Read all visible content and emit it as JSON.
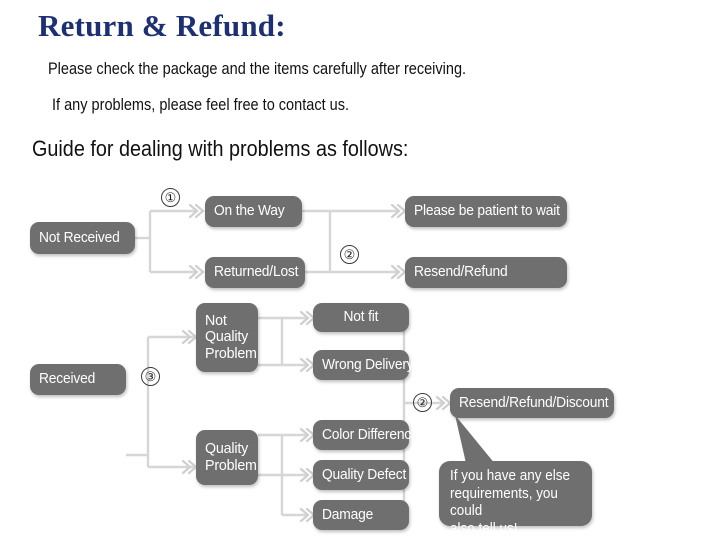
{
  "header": {
    "title": "Return & Refund:",
    "line1": "Please check the package and the items carefully after receiving.",
    "line2": "If any problems, please feel free to contact us.",
    "guide": "Guide for dealing with problems as follows:"
  },
  "colors": {
    "title": "#1d3074",
    "node_bg": "#6f6f6f",
    "node_text": "#ffffff",
    "connector": "#d4d4d4",
    "body_text": "#111111"
  },
  "flow": {
    "nodes": {
      "not_received": "Not Received",
      "on_the_way": "On the Way",
      "returned_lost": "Returned/Lost",
      "please_wait": "Please be patient to wait",
      "resend_refund": "Resend/Refund",
      "received": "Received",
      "not_quality_problem": "Not\nQuality\nProblem",
      "not_quality_problem_l1": "Not",
      "not_quality_problem_l2": "Quality",
      "not_quality_problem_l3": "Problem",
      "quality_problem_l1": "Quality",
      "quality_problem_l2": "Problem",
      "not_fit": "Not fit",
      "wrong_delivery": "Wrong Delivery",
      "color_difference": "Color Difference",
      "quality_defect": "Quality Defect",
      "damage": "Damage",
      "resend_refund_discount": "Resend/Refund/Discount"
    },
    "markers": {
      "one": "①",
      "two_top": "②",
      "three": "③",
      "two_bottom": "②"
    },
    "bubble": {
      "line1": "If you have any else",
      "line2": "requirements, you could",
      "line3": "also tell us!"
    }
  }
}
